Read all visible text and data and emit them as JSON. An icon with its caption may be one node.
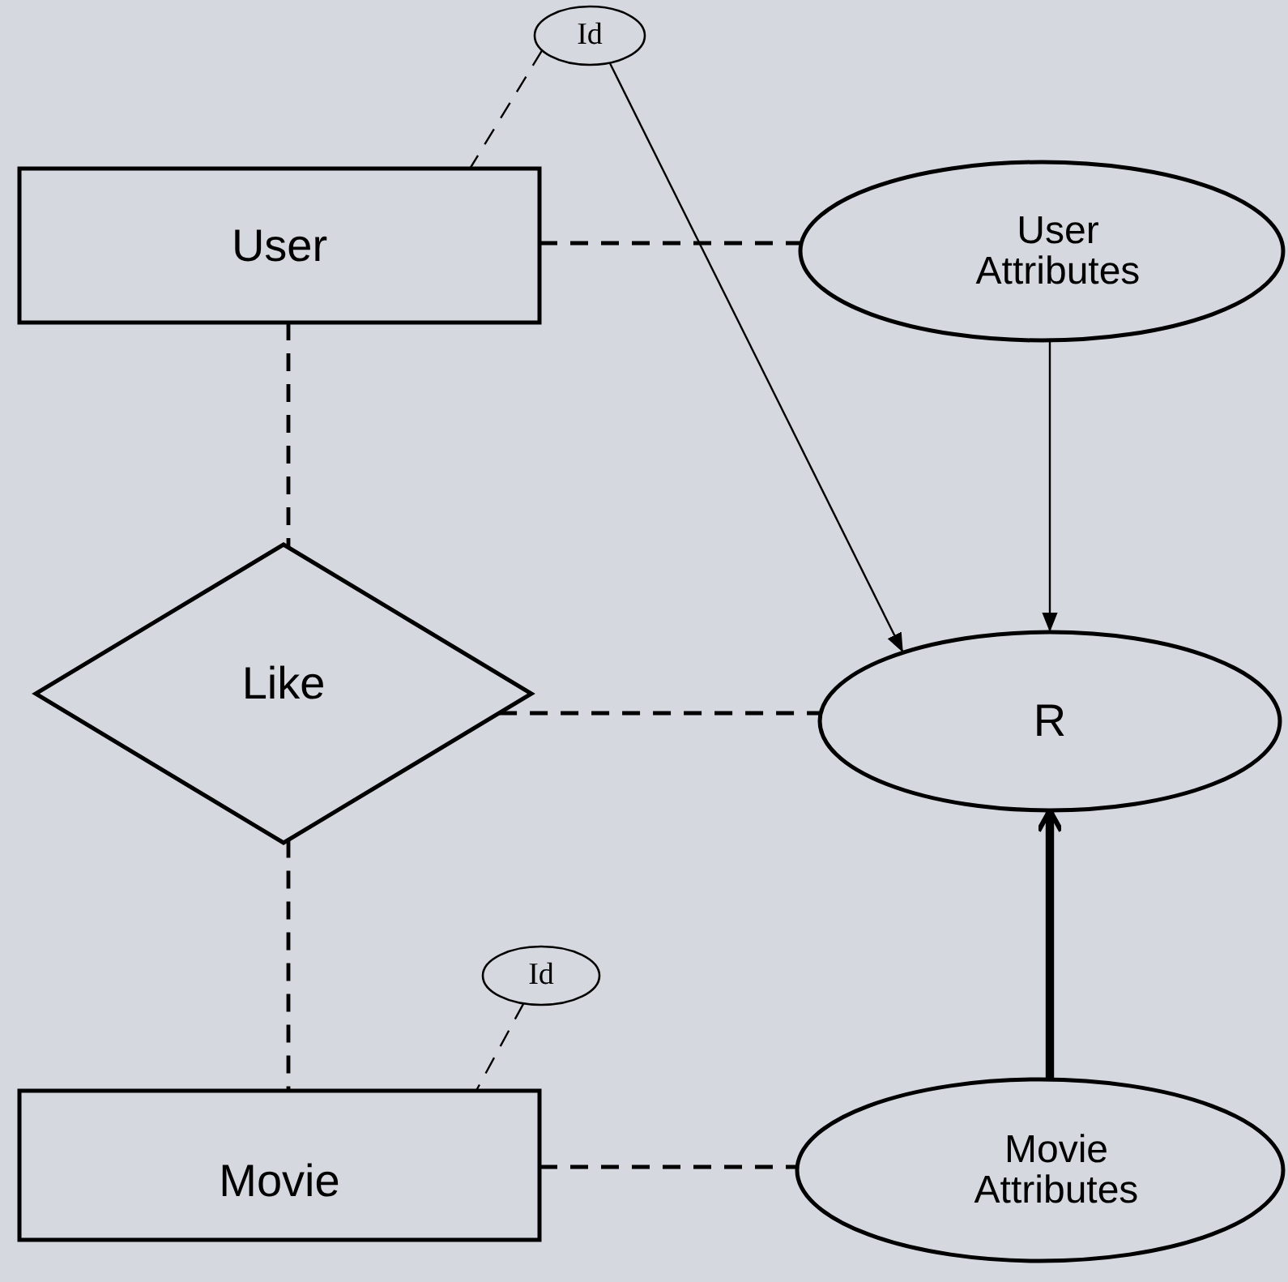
{
  "diagram": {
    "nodes": [
      {
        "text": [
          "Id"
        ]
      },
      {
        "text": [
          "User"
        ]
      },
      {
        "text": [
          "User Attributes"
        ]
      },
      {
        "text": [
          "Like"
        ]
      },
      {
        "text": [
          "R"
        ]
      },
      {
        "text": [
          "Id"
        ]
      },
      {
        "text": [
          "Movie"
        ]
      },
      {
        "text": [
          "Movie Attributes"
        ]
      }
    ],
    "edges": [
      {
        "from": 0,
        "to": 1,
        "arrow": "none",
        "style": "dashed"
      },
      {
        "from": 1,
        "to": 2,
        "arrow": "none",
        "style": "dashed"
      },
      {
        "from": 1,
        "to": 3,
        "arrow": "none",
        "style": "dashed"
      },
      {
        "from": 3,
        "to": 4,
        "arrow": "none",
        "style": "dashed"
      },
      {
        "from": 3,
        "to": 6,
        "arrow": "none",
        "style": "dashed"
      },
      {
        "from": 5,
        "to": 6,
        "arrow": "none",
        "style": "dashed"
      },
      {
        "from": 6,
        "to": 7,
        "arrow": "none",
        "style": "dashed"
      },
      {
        "from": 0,
        "to": 4,
        "arrow": "to"
      },
      {
        "from": 2,
        "to": 4,
        "arrow": "to"
      },
      {
        "from": 7,
        "to": 4,
        "arrow": "to",
        "style": "thick"
      }
    ]
  }
}
